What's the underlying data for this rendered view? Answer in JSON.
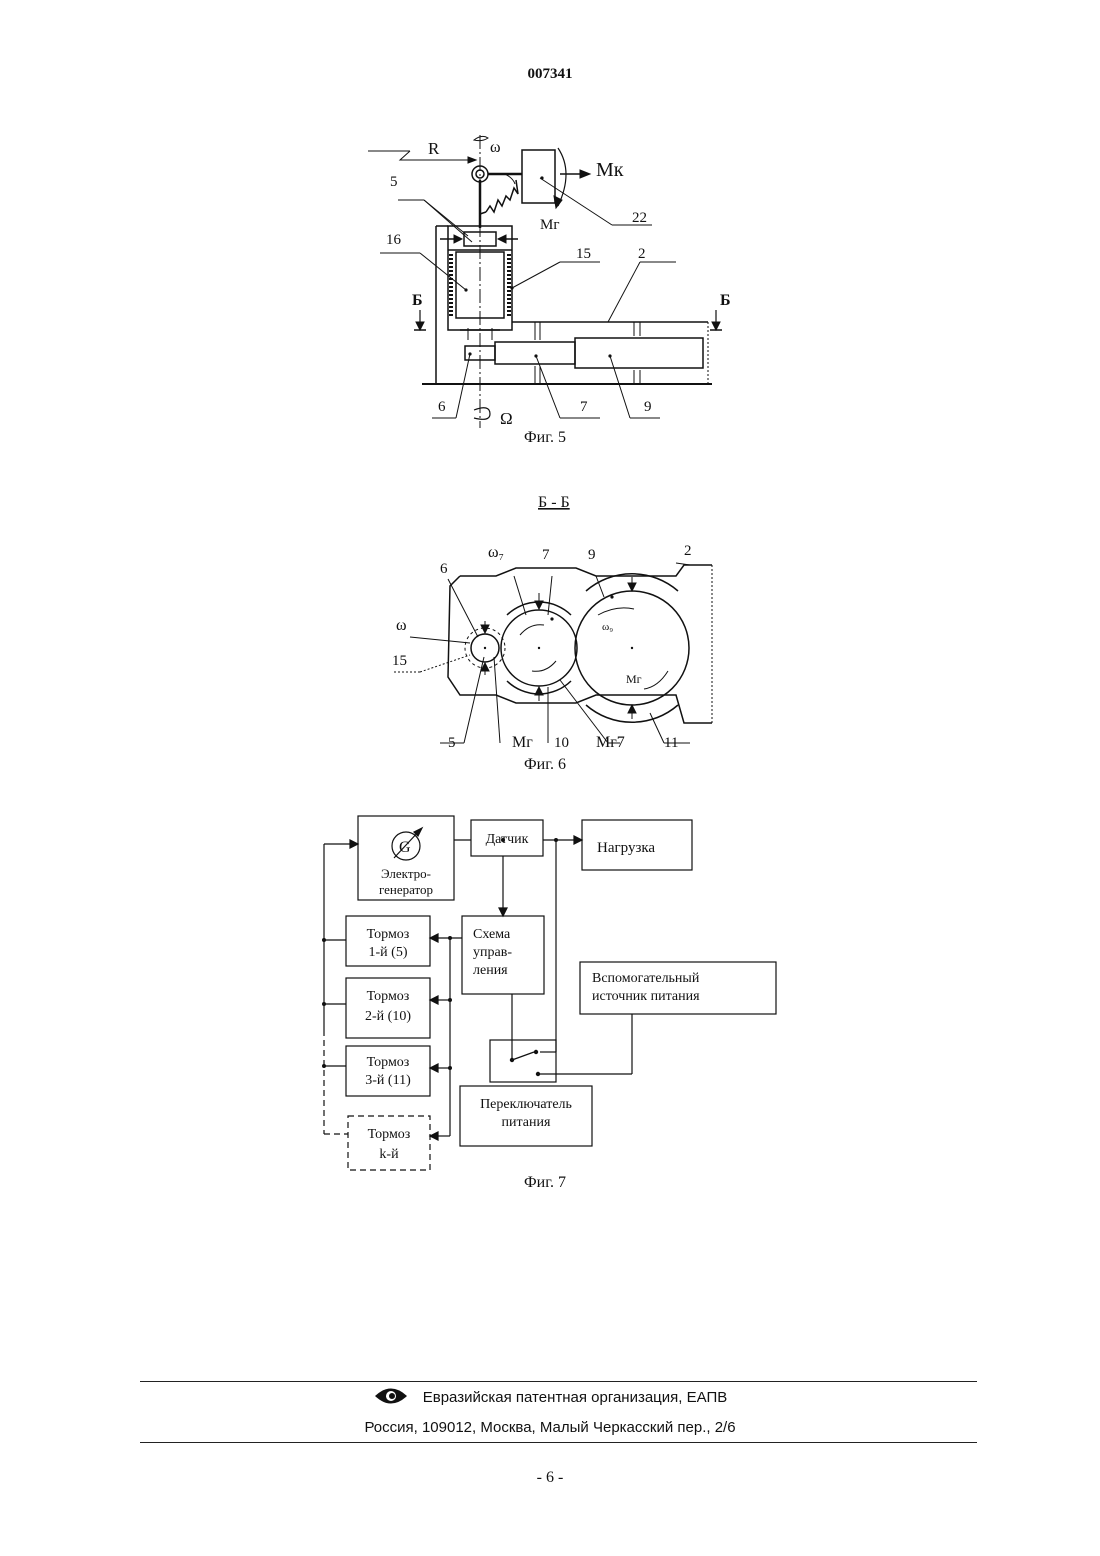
{
  "header": {
    "doc_number": "007341"
  },
  "fig5": {
    "caption": "Фиг. 5",
    "labels": {
      "R": "R",
      "omega": "ω",
      "Mk": "Mк",
      "Mg": "Mг",
      "n22": "22",
      "n5": "5",
      "n16": "16",
      "n15": "15",
      "n2": "2",
      "B_left": "Б",
      "B_right": "Б",
      "n6": "6",
      "n7": "7",
      "n9": "9",
      "Omega": "Ω"
    }
  },
  "fig6": {
    "section": "Б - Б",
    "caption": "Фиг. 6",
    "labels": {
      "omega7": "ω₇",
      "n7": "7",
      "n9": "9",
      "n2": "2",
      "n6": "6",
      "omega": "ω",
      "n15": "15",
      "omega9": "ω₉",
      "Mg": "Mг",
      "n5": "5",
      "Mg_bottom": "Mг",
      "n10": "10",
      "Mg7": "Mг7",
      "n11": "11"
    }
  },
  "fig7": {
    "caption": "Фиг. 7",
    "blocks": {
      "generator_symbol": "G",
      "generator_line1": "Электро-",
      "generator_line2": "генератор",
      "sensor": "Датчик",
      "load": "Нагрузка",
      "brake1_line1": "Тормоз",
      "brake1_line2": "1-й (5)",
      "brake2_line1": "Тормоз",
      "brake2_line2": "2-й  (10)",
      "brake3_line1": "Тормоз",
      "brake3_line2": "3-й (11)",
      "brakek_line1": "Тормоз",
      "brakek_line2": "k-й",
      "control_line1": "Схема",
      "control_line2": "управ-",
      "control_line3": "ления",
      "aux_line1": "Вспомогательный",
      "aux_line2": "источник питания",
      "switch_line1": "Переключатель",
      "switch_line2": "питания"
    }
  },
  "footer": {
    "org": "Евразийская патентная организация, ЕАПВ",
    "address": "Россия, 109012, Москва, Малый Черкасский пер., 2/6",
    "page": "- 6 -"
  }
}
